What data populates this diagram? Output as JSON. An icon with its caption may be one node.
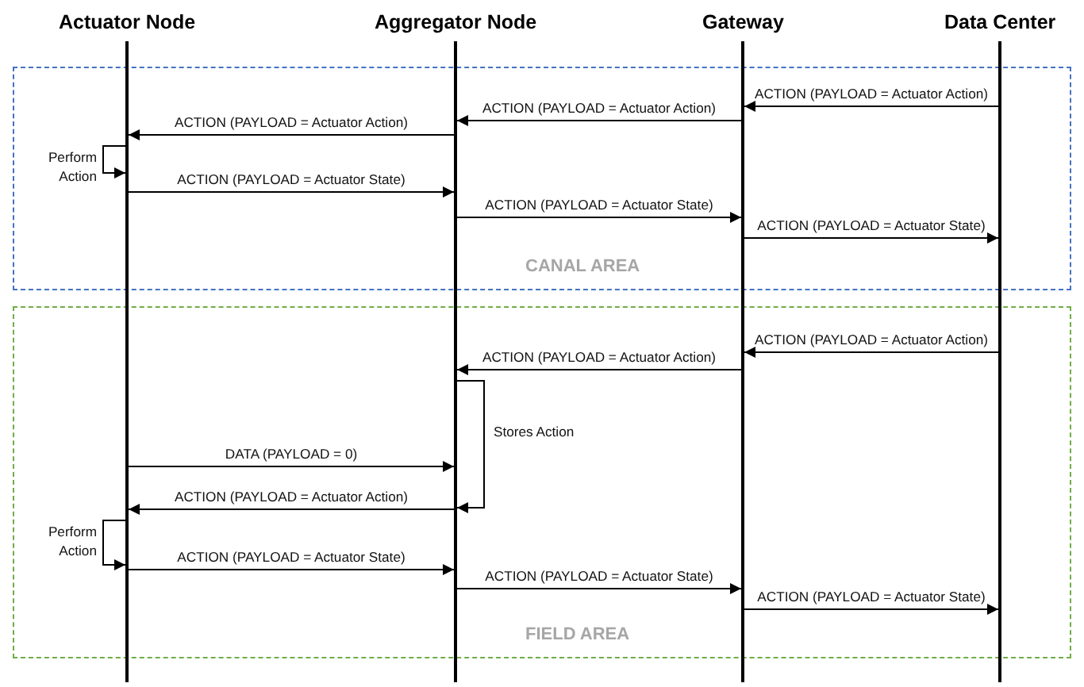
{
  "diagram": {
    "nodes": [
      {
        "text": [
          "Actuator Node"
        ]
      },
      {
        "text": [
          "Aggregator Node"
        ]
      },
      {
        "text": [
          "Gateway"
        ]
      },
      {
        "text": [
          "Data Center"
        ]
      },
      {
        "text": [
          "CANAL AREA"
        ]
      },
      {
        "text": [
          "FIELD AREA"
        ]
      }
    ],
    "edges": [
      {
        "from": 3,
        "to": 2,
        "arrow": "to",
        "label": "ACTION (PAYLOAD = Actuator Action)"
      },
      {
        "from": 2,
        "to": 1,
        "arrow": "to",
        "label": "ACTION (PAYLOAD = Actuator Action)"
      },
      {
        "from": 1,
        "to": 0,
        "arrow": "to",
        "label": "ACTION (PAYLOAD = Actuator Action)"
      },
      {
        "from": 0,
        "to": 0,
        "arrow": "to",
        "label": "Perform Action"
      },
      {
        "from": 0,
        "to": 1,
        "arrow": "to",
        "label": "ACTION (PAYLOAD = Actuator State)"
      },
      {
        "from": 1,
        "to": 2,
        "arrow": "to",
        "label": "ACTION (PAYLOAD = Actuator State)"
      },
      {
        "from": 2,
        "to": 3,
        "arrow": "to",
        "label": "ACTION (PAYLOAD = Actuator State)"
      },
      {
        "from": 3,
        "to": 2,
        "arrow": "to",
        "label": "ACTION (PAYLOAD = Actuator Action)"
      },
      {
        "from": 2,
        "to": 1,
        "arrow": "to",
        "label": "ACTION (PAYLOAD = Actuator Action)"
      },
      {
        "from": 1,
        "to": 1,
        "arrow": "to",
        "label": "Stores Action"
      },
      {
        "from": 0,
        "to": 1,
        "arrow": "to",
        "label": "DATA (PAYLOAD = 0)"
      },
      {
        "from": 1,
        "to": 0,
        "arrow": "to",
        "label": "ACTION (PAYLOAD = Actuator Action)"
      },
      {
        "from": 0,
        "to": 0,
        "arrow": "to",
        "label": "Perform Action"
      },
      {
        "from": 0,
        "to": 1,
        "arrow": "to",
        "label": "ACTION (PAYLOAD = Actuator State)"
      },
      {
        "from": 1,
        "to": 2,
        "arrow": "to",
        "label": "ACTION (PAYLOAD = Actuator State)"
      },
      {
        "from": 2,
        "to": 3,
        "arrow": "to",
        "label": "ACTION (PAYLOAD = Actuator State)"
      }
    ]
  }
}
